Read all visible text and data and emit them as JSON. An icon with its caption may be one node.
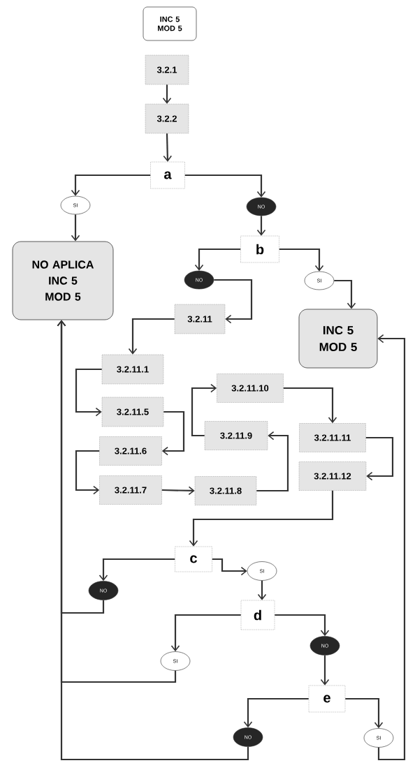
{
  "diagram": {
    "nodes": [
      {
        "text": [
          "INC 5 MOD 5"
        ]
      },
      {
        "text": [
          "3.2.1"
        ]
      },
      {
        "text": [
          "3.2.2"
        ]
      },
      {
        "text": [
          "a"
        ]
      },
      {
        "text": [
          "SI"
        ]
      },
      {
        "text": [
          "NO"
        ]
      },
      {
        "text": [
          "NO APLICA INC 5 MOD 5"
        ]
      },
      {
        "text": [
          "b"
        ]
      },
      {
        "text": [
          "NO"
        ]
      },
      {
        "text": [
          "SI"
        ]
      },
      {
        "text": [
          "3.2.11"
        ]
      },
      {
        "text": [
          "INC 5 MOD 5"
        ]
      },
      {
        "text": [
          "3.2.11.1"
        ]
      },
      {
        "text": [
          "3.2.11.10"
        ]
      },
      {
        "text": [
          "3.2.11.5"
        ]
      },
      {
        "text": [
          "3.2.11.9"
        ]
      },
      {
        "text": [
          "3.2.11.11"
        ]
      },
      {
        "text": [
          "3.2.11.6"
        ]
      },
      {
        "text": [
          "3.2.11.12"
        ]
      },
      {
        "text": [
          "3.2.11.7"
        ]
      },
      {
        "text": [
          "3.2.11.8"
        ]
      },
      {
        "text": [
          "c"
        ]
      },
      {
        "text": [
          "SI"
        ]
      },
      {
        "text": [
          "NO"
        ]
      },
      {
        "text": [
          "d"
        ]
      },
      {
        "text": [
          "SI"
        ]
      },
      {
        "text": [
          "NO"
        ]
      },
      {
        "text": [
          "e"
        ]
      },
      {
        "text": [
          "NO"
        ]
      },
      {
        "text": [
          "SI"
        ]
      }
    ],
    "edges": [
      {
        "from": 1,
        "to": 2,
        "arrow": "to"
      },
      {
        "from": 2,
        "to": 3,
        "arrow": "to"
      },
      {
        "from": 3,
        "to": 4,
        "arrow": "to"
      },
      {
        "from": 3,
        "to": 5,
        "arrow": "to"
      },
      {
        "from": 4,
        "to": 6,
        "arrow": "to"
      },
      {
        "from": 5,
        "to": 7,
        "arrow": "to"
      },
      {
        "from": 7,
        "to": 8,
        "arrow": "to"
      },
      {
        "from": 7,
        "to": 9,
        "arrow": "to"
      },
      {
        "from": 8,
        "to": 10,
        "arrow": "to"
      },
      {
        "from": 9,
        "to": 11,
        "arrow": "to"
      },
      {
        "from": 10,
        "to": 12,
        "arrow": "to"
      },
      {
        "from": 12,
        "to": 14,
        "arrow": "to"
      },
      {
        "from": 14,
        "to": 17,
        "arrow": "to"
      },
      {
        "from": 17,
        "to": 19,
        "arrow": "to"
      },
      {
        "from": 19,
        "to": 20,
        "arrow": "to"
      },
      {
        "from": 20,
        "to": 15,
        "arrow": "to"
      },
      {
        "from": 15,
        "to": 13,
        "arrow": "to"
      },
      {
        "from": 13,
        "to": 16,
        "arrow": "to"
      },
      {
        "from": 16,
        "to": 18,
        "arrow": "to"
      },
      {
        "from": 18,
        "to": 21,
        "arrow": "to"
      },
      {
        "from": 21,
        "to": 23,
        "arrow": "to"
      },
      {
        "from": 21,
        "to": 22,
        "arrow": "to"
      },
      {
        "from": 22,
        "to": 24,
        "arrow": "to"
      },
      {
        "from": 24,
        "to": 25,
        "arrow": "to"
      },
      {
        "from": 24,
        "to": 26,
        "arrow": "to"
      },
      {
        "from": 26,
        "to": 27,
        "arrow": "to"
      },
      {
        "from": 27,
        "to": 28,
        "arrow": "to"
      },
      {
        "from": 27,
        "to": 29,
        "arrow": "to"
      },
      {
        "from": 23,
        "to": 6,
        "arrow": "to"
      },
      {
        "from": 25,
        "to": 6,
        "arrow": "to"
      },
      {
        "from": 28,
        "to": 6,
        "arrow": "to"
      },
      {
        "from": 29,
        "to": 11,
        "arrow": "to"
      }
    ]
  }
}
